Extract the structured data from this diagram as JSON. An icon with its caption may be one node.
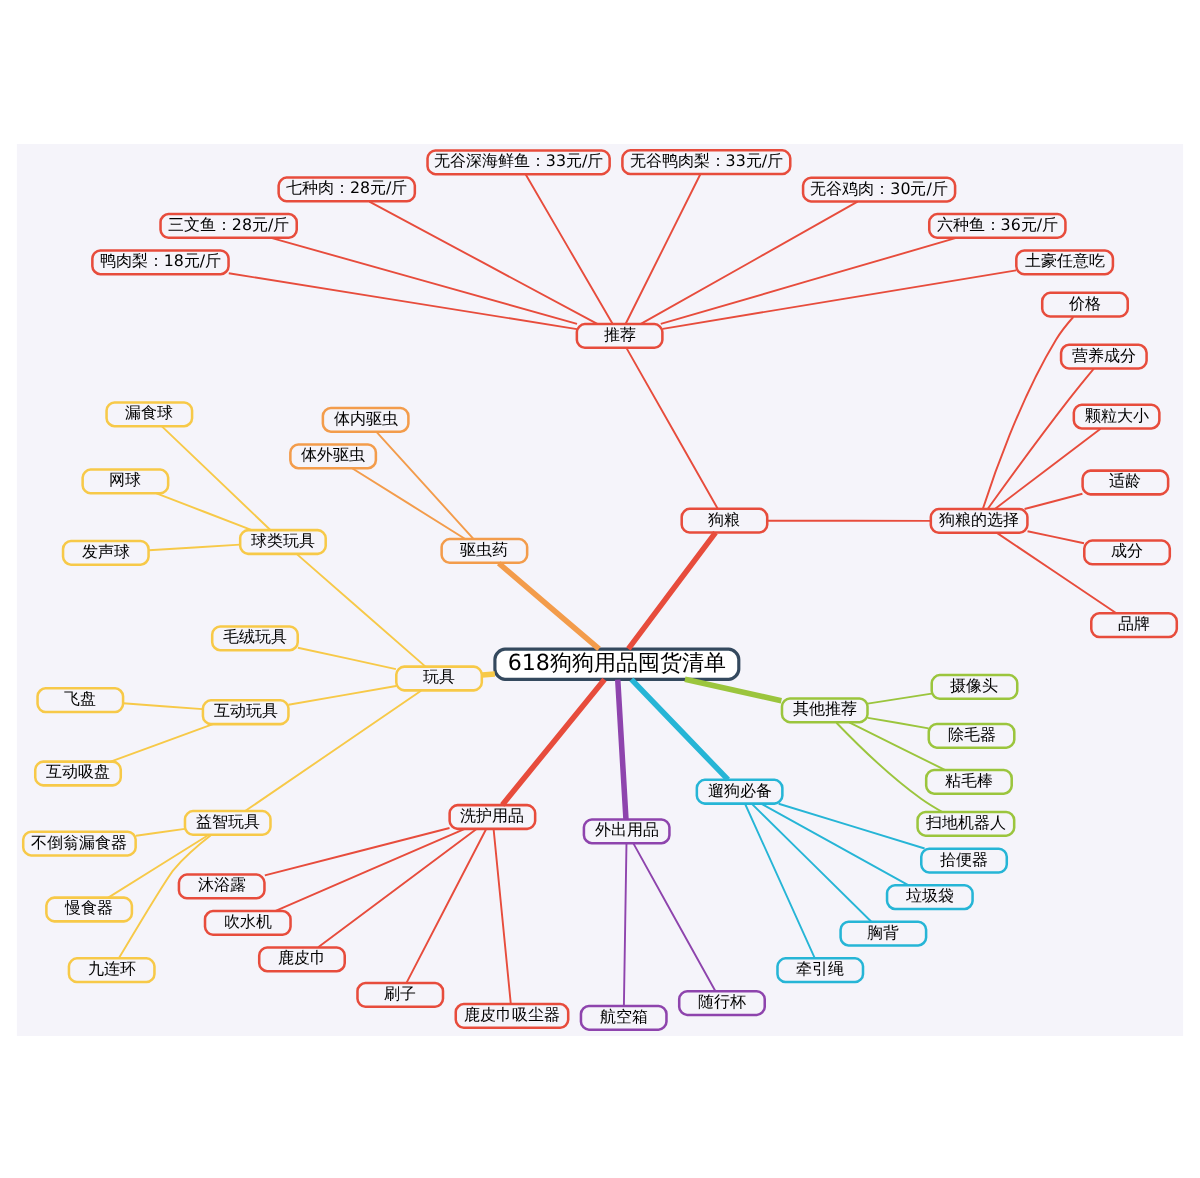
{
  "diagram": {
    "nodes": [
      {
        "text": [
          "618狗狗用品囤货清单"
        ]
      },
      {
        "text": [
          "狗粮"
        ]
      },
      {
        "text": [
          "狗粮的选择"
        ]
      },
      {
        "text": [
          "品牌"
        ]
      },
      {
        "text": [
          "成分"
        ]
      },
      {
        "text": [
          "适龄"
        ]
      },
      {
        "text": [
          "颗粒大小"
        ]
      },
      {
        "text": [
          "营养成分"
        ]
      },
      {
        "text": [
          "价格"
        ]
      },
      {
        "text": [
          "推荐"
        ]
      },
      {
        "text": [
          "土豪任意吃"
        ]
      },
      {
        "text": [
          "六种鱼：36元/斤"
        ]
      },
      {
        "text": [
          "无谷鸡肉：30元/斤"
        ]
      },
      {
        "text": [
          "无谷鸭肉梨：33元/斤"
        ]
      },
      {
        "text": [
          "无谷深海鲜鱼：33元/斤"
        ]
      },
      {
        "text": [
          "七种肉：28元/斤"
        ]
      },
      {
        "text": [
          "三文鱼：28元/斤"
        ]
      },
      {
        "text": [
          "鸭肉梨：18元/斤"
        ]
      },
      {
        "text": [
          "驱虫药"
        ]
      },
      {
        "text": [
          "体内驱虫"
        ]
      },
      {
        "text": [
          "体外驱虫"
        ]
      },
      {
        "text": [
          "玩具"
        ]
      },
      {
        "text": [
          "球类玩具"
        ]
      },
      {
        "text": [
          "漏食球"
        ]
      },
      {
        "text": [
          "网球"
        ]
      },
      {
        "text": [
          "发声球"
        ]
      },
      {
        "text": [
          "毛绒玩具"
        ]
      },
      {
        "text": [
          "互动玩具"
        ]
      },
      {
        "text": [
          "飞盘"
        ]
      },
      {
        "text": [
          "互动吸盘"
        ]
      },
      {
        "text": [
          "益智玩具"
        ]
      },
      {
        "text": [
          "不倒翁漏食器"
        ]
      },
      {
        "text": [
          "慢食器"
        ]
      },
      {
        "text": [
          "九连环"
        ]
      },
      {
        "text": [
          "洗护用品"
        ]
      },
      {
        "text": [
          "沐浴露"
        ]
      },
      {
        "text": [
          "吹水机"
        ]
      },
      {
        "text": [
          "鹿皮巾"
        ]
      },
      {
        "text": [
          "刷子"
        ]
      },
      {
        "text": [
          "鹿皮巾吸尘器"
        ]
      },
      {
        "text": [
          "外出用品"
        ]
      },
      {
        "text": [
          "航空箱"
        ]
      },
      {
        "text": [
          "随行杯"
        ]
      },
      {
        "text": [
          "遛狗必备"
        ]
      },
      {
        "text": [
          "牵引绳"
        ]
      },
      {
        "text": [
          "胸背"
        ]
      },
      {
        "text": [
          "垃圾袋"
        ]
      },
      {
        "text": [
          "拾便器"
        ]
      },
      {
        "text": [
          "其他推荐"
        ]
      },
      {
        "text": [
          "扫地机器人"
        ]
      },
      {
        "text": [
          "粘毛棒"
        ]
      },
      {
        "text": [
          "除毛器"
        ]
      },
      {
        "text": [
          "摄像头"
        ]
      }
    ],
    "edges": [
      {
        "from": 0,
        "to": 1,
        "arrow": "none",
        "style": "thick"
      },
      {
        "from": 1,
        "to": 2,
        "arrow": "none"
      },
      {
        "from": 2,
        "to": 3,
        "arrow": "none"
      },
      {
        "from": 2,
        "to": 4,
        "arrow": "none"
      },
      {
        "from": 2,
        "to": 5,
        "arrow": "none"
      },
      {
        "from": 2,
        "to": 6,
        "arrow": "none"
      },
      {
        "from": 2,
        "to": 7,
        "arrow": "none"
      },
      {
        "from": 2,
        "to": 8,
        "arrow": "none"
      },
      {
        "from": 1,
        "to": 9,
        "arrow": "none"
      },
      {
        "from": 9,
        "to": 10,
        "arrow": "none"
      },
      {
        "from": 9,
        "to": 11,
        "arrow": "none"
      },
      {
        "from": 9,
        "to": 12,
        "arrow": "none"
      },
      {
        "from": 9,
        "to": 13,
        "arrow": "none"
      },
      {
        "from": 9,
        "to": 14,
        "arrow": "none"
      },
      {
        "from": 9,
        "to": 15,
        "arrow": "none"
      },
      {
        "from": 9,
        "to": 16,
        "arrow": "none"
      },
      {
        "from": 9,
        "to": 17,
        "arrow": "none"
      },
      {
        "from": 0,
        "to": 18,
        "arrow": "none",
        "style": "thick",
        "color": "#f39c4b"
      },
      {
        "from": 18,
        "to": 19,
        "arrow": "none",
        "color": "#f39c4b"
      },
      {
        "from": 18,
        "to": 20,
        "arrow": "none",
        "color": "#f39c4b"
      },
      {
        "from": 0,
        "to": 21,
        "arrow": "none",
        "style": "thick",
        "color": "#f7c948"
      },
      {
        "from": 21,
        "to": 22,
        "arrow": "none",
        "color": "#f7c948"
      },
      {
        "from": 22,
        "to": 23,
        "arrow": "none",
        "color": "#f7c948"
      },
      {
        "from": 22,
        "to": 24,
        "arrow": "none",
        "color": "#f7c948"
      },
      {
        "from": 22,
        "to": 25,
        "arrow": "none",
        "color": "#f7c948"
      },
      {
        "from": 21,
        "to": 26,
        "arrow": "none",
        "color": "#f7c948"
      },
      {
        "from": 21,
        "to": 27,
        "arrow": "none",
        "color": "#f7c948"
      },
      {
        "from": 27,
        "to": 28,
        "arrow": "none",
        "color": "#f7c948"
      },
      {
        "from": 27,
        "to": 29,
        "arrow": "none",
        "color": "#f7c948"
      },
      {
        "from": 21,
        "to": 30,
        "arrow": "none",
        "color": "#f7c948"
      },
      {
        "from": 30,
        "to": 31,
        "arrow": "none",
        "color": "#f7c948"
      },
      {
        "from": 30,
        "to": 32,
        "arrow": "none",
        "color": "#f7c948"
      },
      {
        "from": 30,
        "to": 33,
        "arrow": "none",
        "color": "#f7c948"
      },
      {
        "from": 0,
        "to": 34,
        "arrow": "none",
        "style": "thick"
      },
      {
        "from": 34,
        "to": 35,
        "arrow": "none"
      },
      {
        "from": 34,
        "to": 36,
        "arrow": "none"
      },
      {
        "from": 34,
        "to": 37,
        "arrow": "none"
      },
      {
        "from": 34,
        "to": 38,
        "arrow": "none"
      },
      {
        "from": 34,
        "to": 39,
        "arrow": "none"
      },
      {
        "from": 0,
        "to": 40,
        "arrow": "none",
        "style": "thick",
        "color": "#8e44ad"
      },
      {
        "from": 40,
        "to": 41,
        "arrow": "none",
        "color": "#8e44ad"
      },
      {
        "from": 40,
        "to": 42,
        "arrow": "none",
        "color": "#8e44ad"
      },
      {
        "from": 0,
        "to": 43,
        "arrow": "none",
        "style": "thick",
        "color": "#26b5d6"
      },
      {
        "from": 43,
        "to": 44,
        "arrow": "none",
        "color": "#26b5d6"
      },
      {
        "from": 43,
        "to": 45,
        "arrow": "none",
        "color": "#26b5d6"
      },
      {
        "from": 43,
        "to": 46,
        "arrow": "none",
        "color": "#26b5d6"
      },
      {
        "from": 43,
        "to": 47,
        "arrow": "none",
        "color": "#26b5d6"
      },
      {
        "from": 0,
        "to": 48,
        "arrow": "none",
        "style": "thick",
        "color": "#9bc53d"
      },
      {
        "from": 48,
        "to": 49,
        "arrow": "none",
        "color": "#9bc53d"
      },
      {
        "from": 48,
        "to": 50,
        "arrow": "none",
        "color": "#9bc53d"
      },
      {
        "from": 48,
        "to": 51,
        "arrow": "none",
        "color": "#9bc53d"
      },
      {
        "from": 48,
        "to": 52,
        "arrow": "none",
        "color": "#9bc53d"
      }
    ]
  }
}
